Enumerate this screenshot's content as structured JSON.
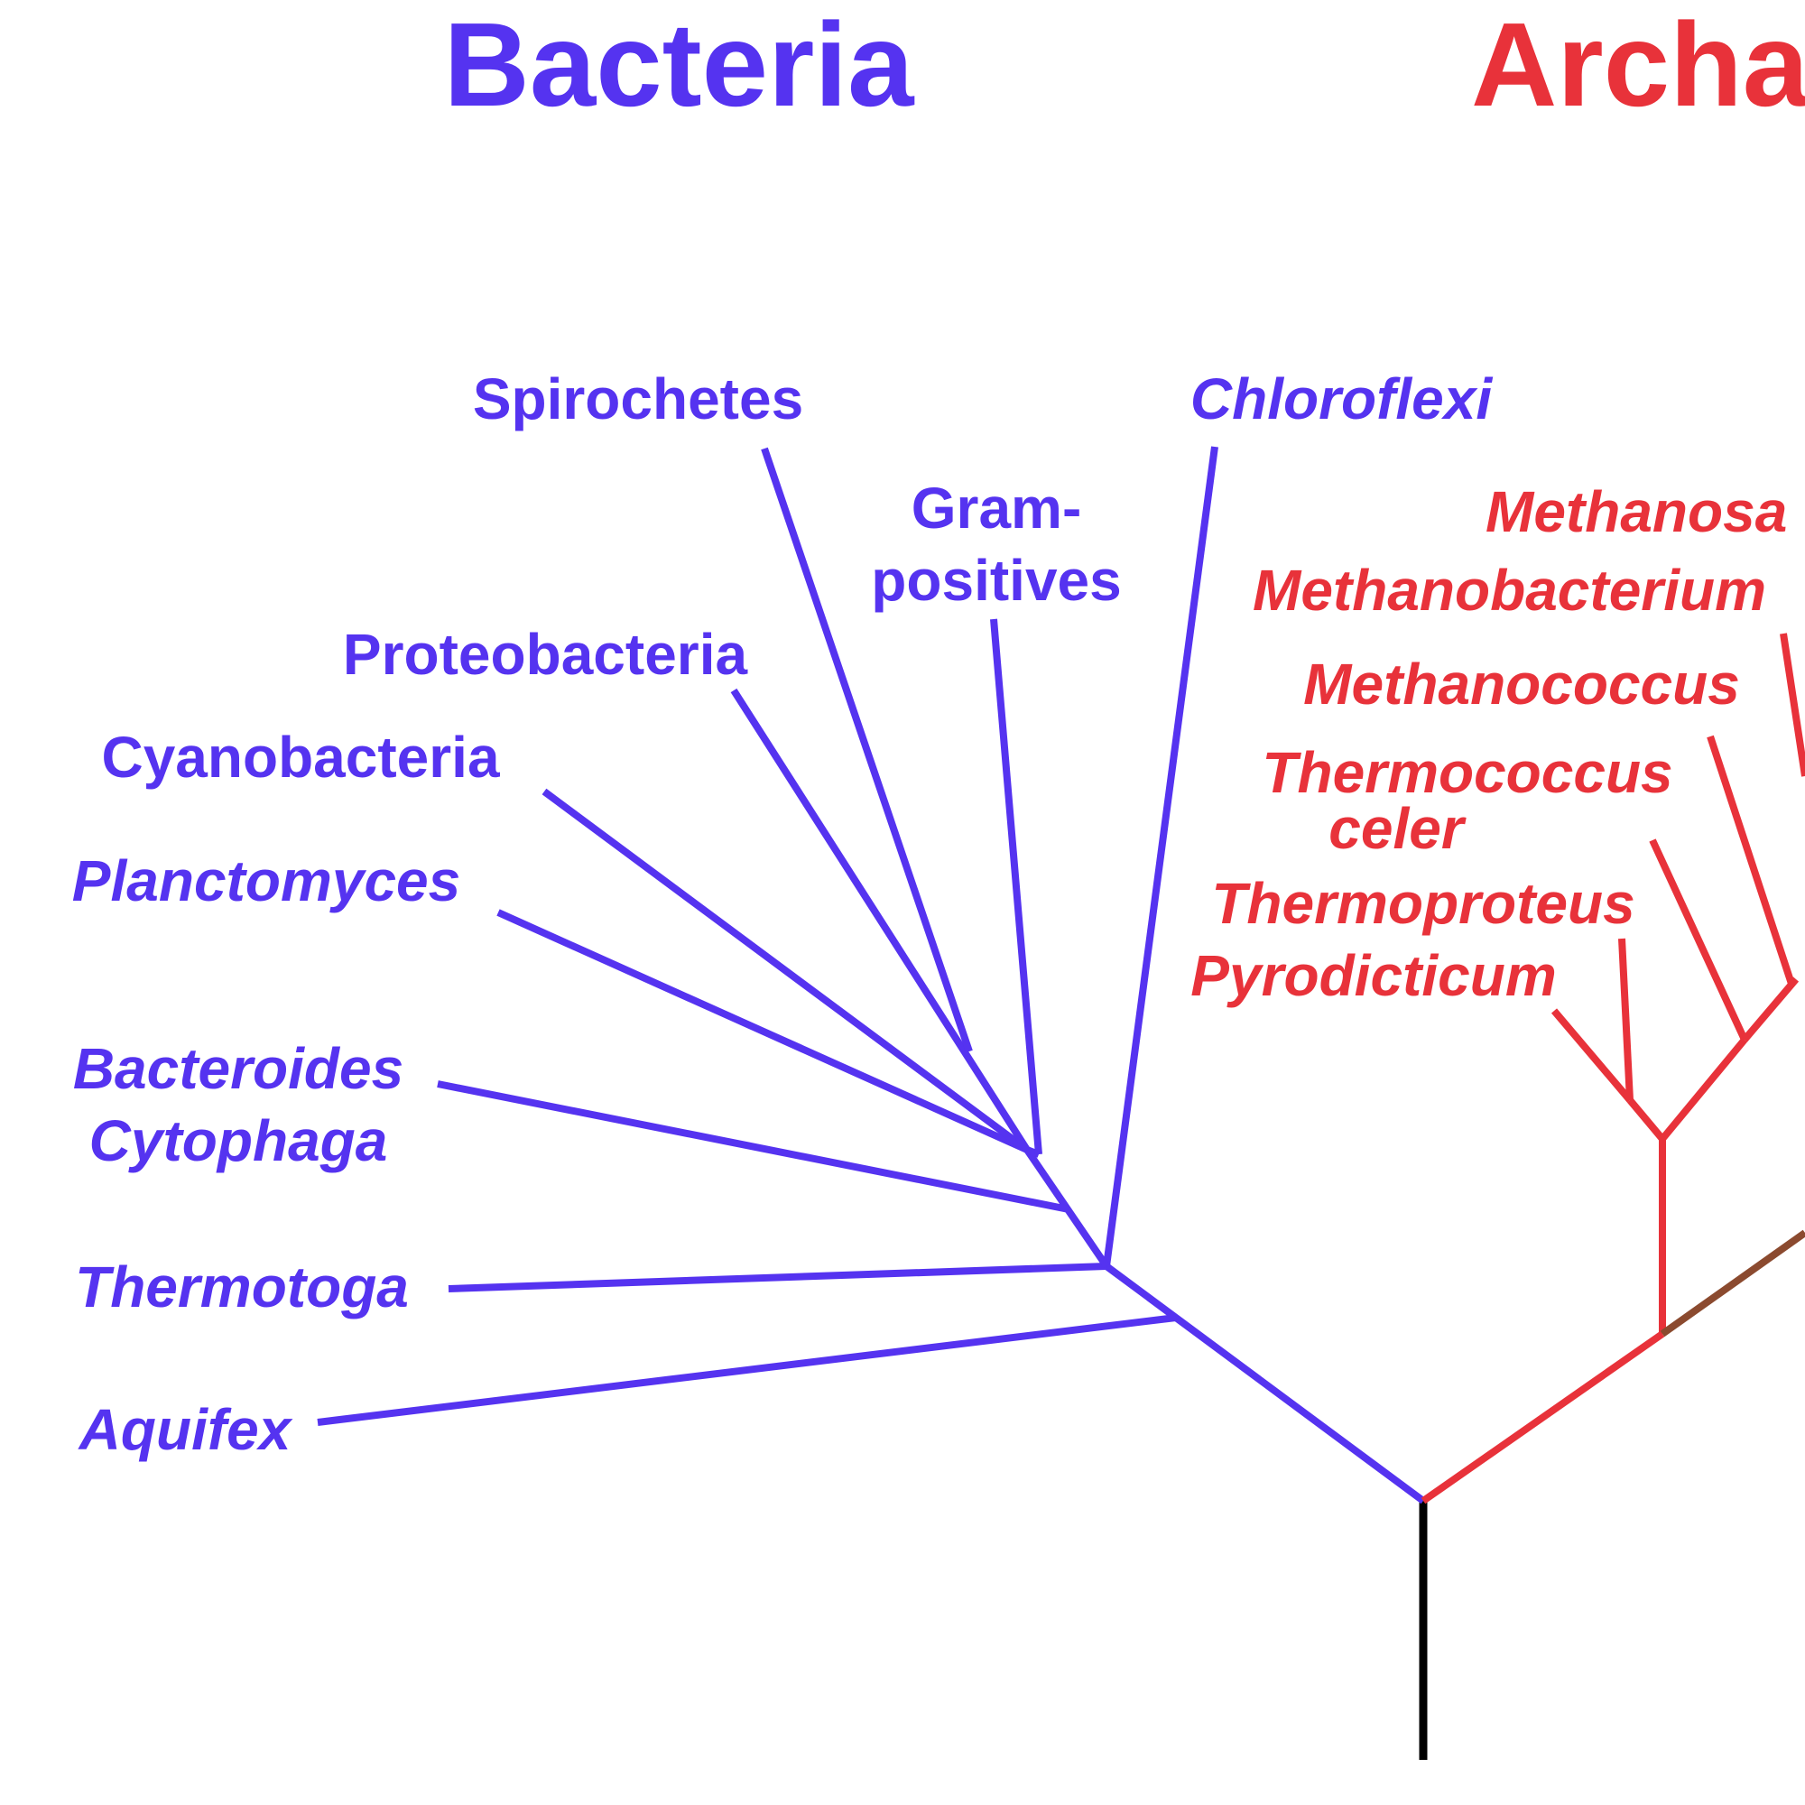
{
  "colors": {
    "bacteria": "#5533f0",
    "archaea": "#e8323a",
    "root": "#000000",
    "connector": "#8b4a2f",
    "background": "#ffffff"
  },
  "domains": {
    "bacteria": {
      "title": "Bacteria"
    },
    "archaea": {
      "title": "Archae"
    }
  },
  "bacteria_taxa": {
    "spirochetes": "Spirochetes",
    "chloroflexi": "Chloroflexi",
    "gram_line1": "Gram-",
    "gram_line2": "positives",
    "proteobacteria": "Proteobacteria",
    "cyanobacteria": "Cyanobacteria",
    "planctomyces": "Planctomyces",
    "bacteroides": "Bacteroides",
    "cytophaga": "Cytophaga",
    "thermotoga": "Thermotoga",
    "aquifex": "Aquifex"
  },
  "archaea_taxa": {
    "methanosa": "Methanosa",
    "methanobacterium": "Methanobacterium",
    "methanococcus": "Methanococcus",
    "thermococcus_line1": "Thermococcus",
    "thermococcus_line2": "celer",
    "thermoproteus": "Thermoproteus",
    "pyrodicticum": "Pyrodicticum"
  }
}
